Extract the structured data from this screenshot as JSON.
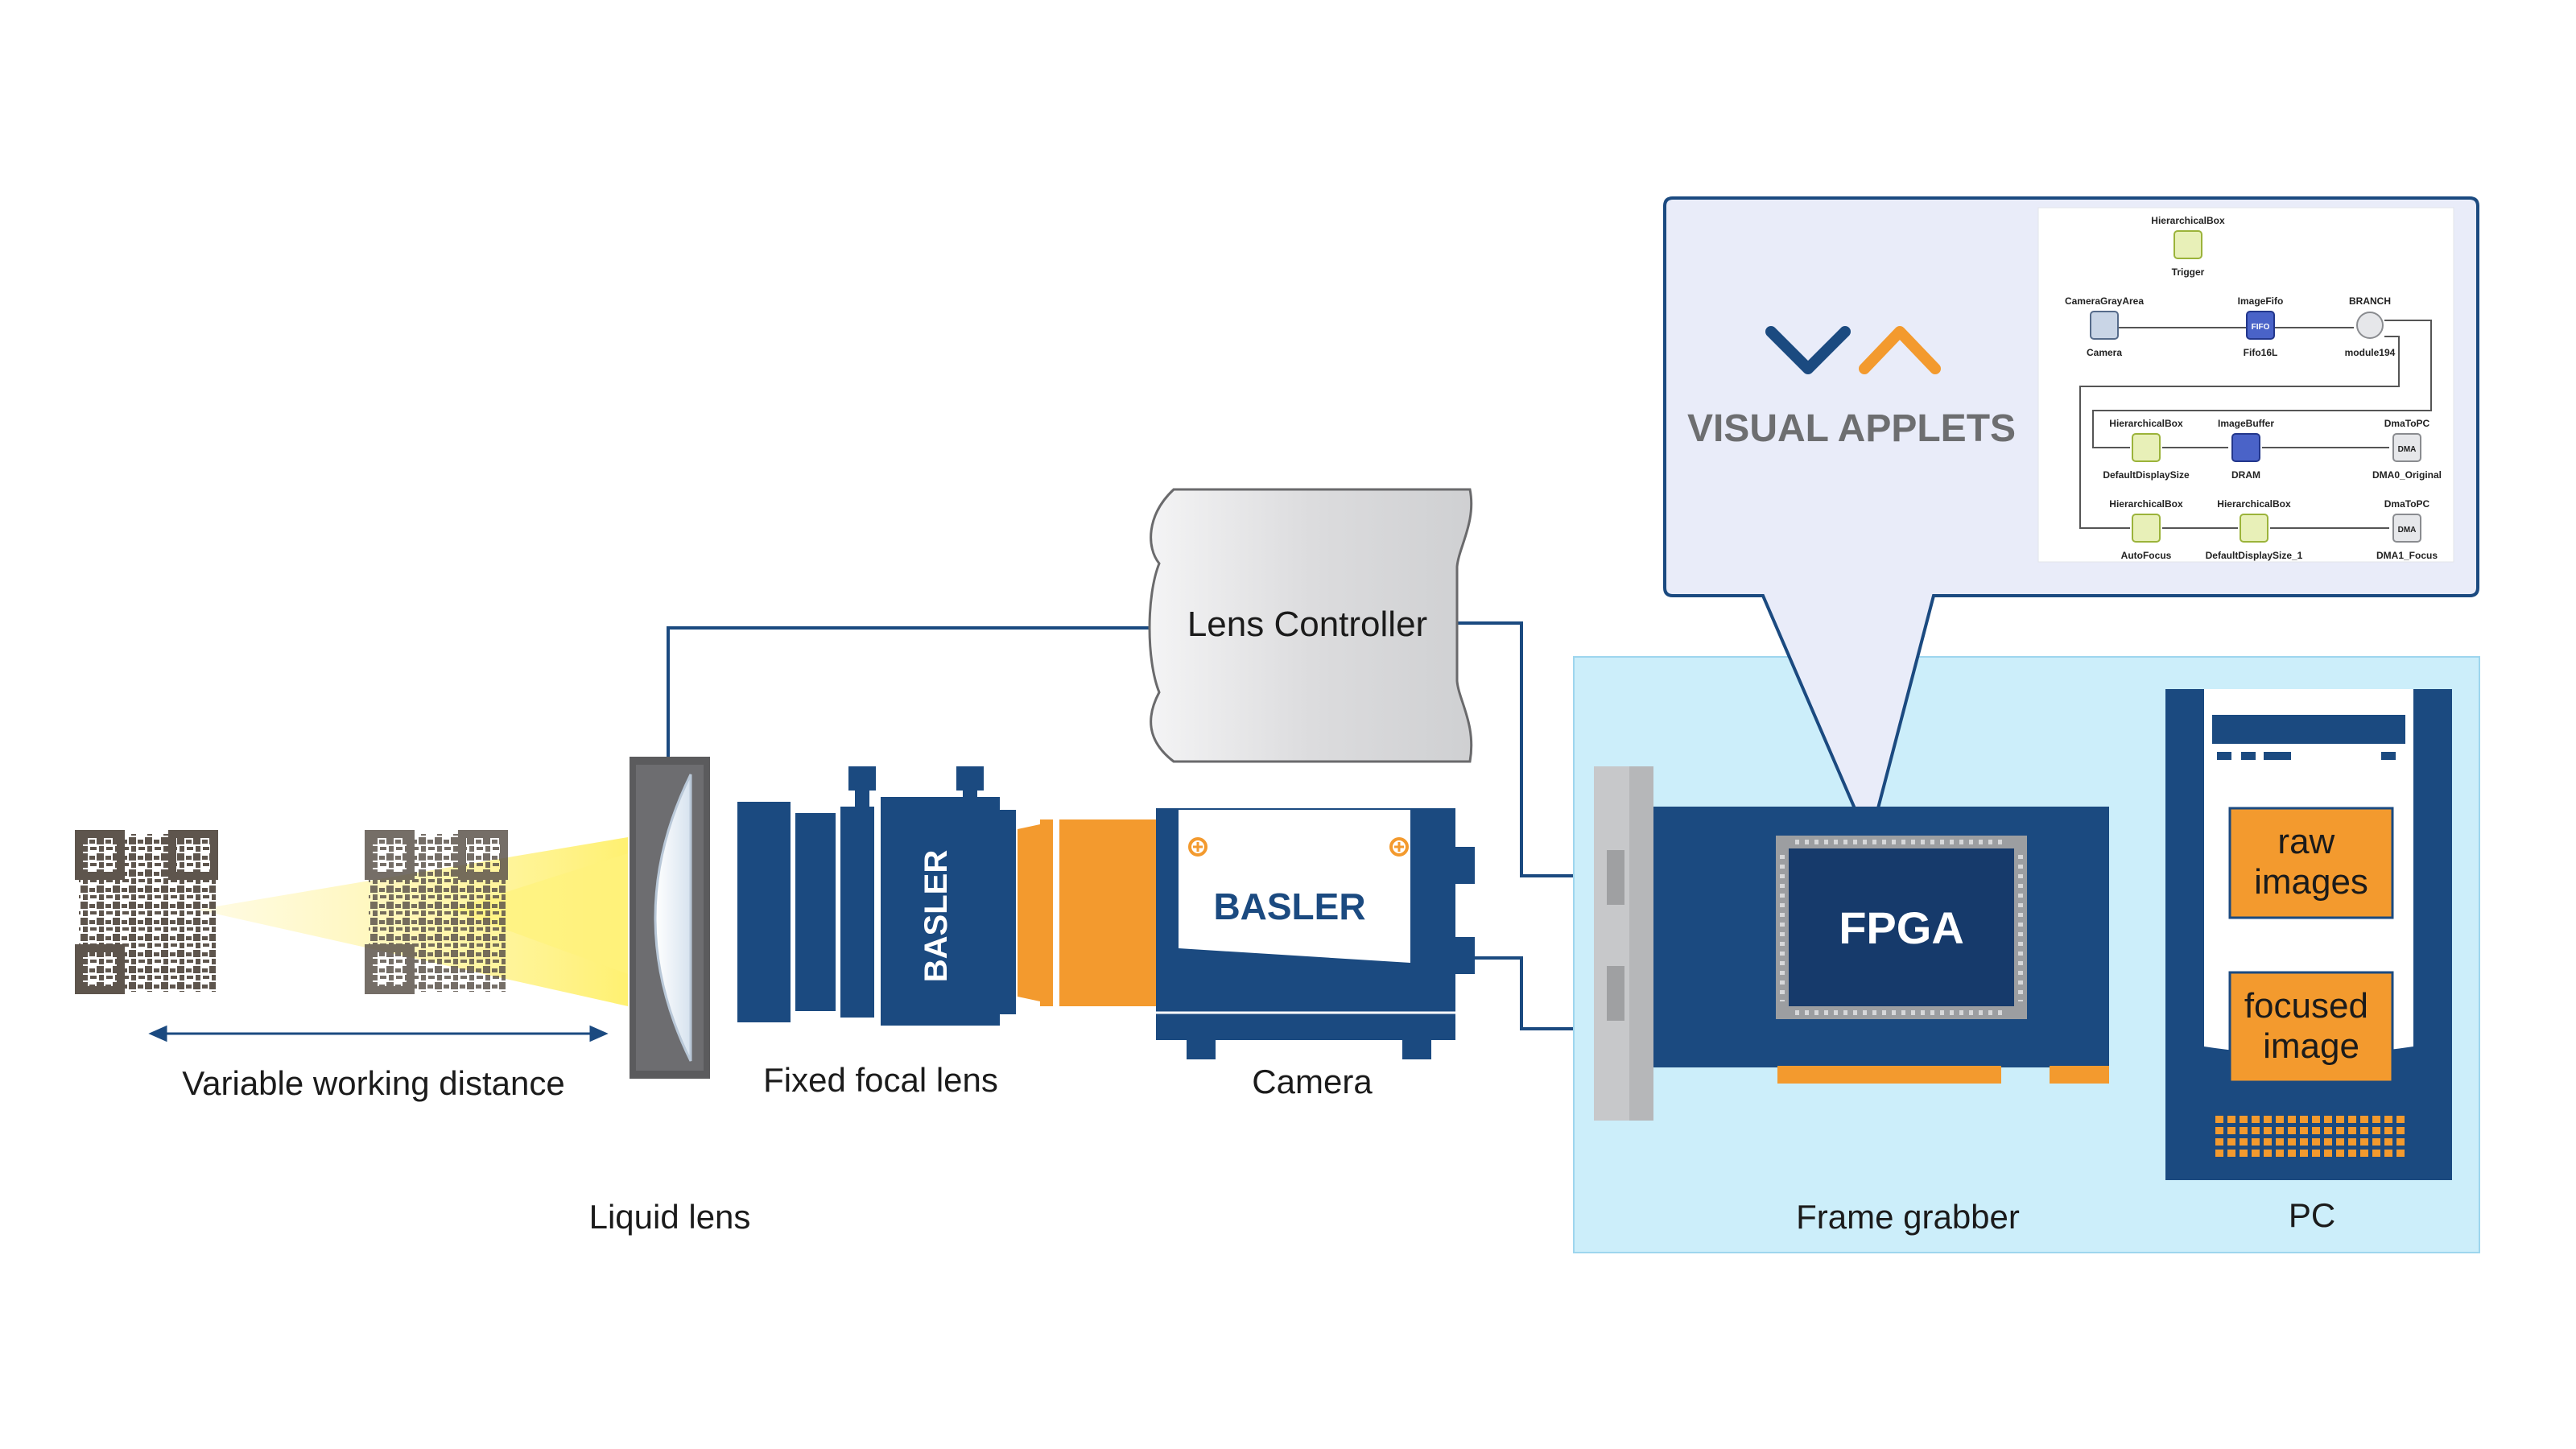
{
  "labels": {
    "working_distance": "Variable working distance",
    "liquid_lens": "Liquid lens",
    "fixed_focal_lens": "Fixed focal lens",
    "camera": "Camera",
    "lens_controller": "Lens Controller",
    "frame_grabber": "Frame grabber",
    "pc": "PC",
    "fpga": "FPGA",
    "raw_images": [
      "raw",
      "images"
    ],
    "focused_image": [
      "focused",
      "image"
    ]
  },
  "brand": {
    "lens_logo": "BASLER",
    "camera_logo": "BASLER",
    "va_logo_text": "VISUAL APPLETS"
  },
  "visual_applets_graph": {
    "nodes": [
      {
        "id": "trigger",
        "type": "HierarchicalBox",
        "name": "Trigger",
        "icon": "hierarchical-box-icon"
      },
      {
        "id": "camera",
        "type": "CameraGrayArea",
        "name": "Camera",
        "icon": "camera-node-icon"
      },
      {
        "id": "fifo",
        "type": "ImageFifo",
        "name": "Fifo16L",
        "icon": "image-fifo-icon"
      },
      {
        "id": "branch",
        "type": "BRANCH",
        "name": "module194",
        "icon": "branch-icon"
      },
      {
        "id": "dds",
        "type": "HierarchicalBox",
        "name": "DefaultDisplaySize",
        "icon": "hierarchical-box-icon"
      },
      {
        "id": "dram",
        "type": "ImageBuffer",
        "name": "DRAM",
        "icon": "image-buffer-icon"
      },
      {
        "id": "dma0",
        "type": "DmaToPC",
        "name": "DMA0_Original",
        "icon": "dma-icon"
      },
      {
        "id": "af",
        "type": "HierarchicalBox",
        "name": "AutoFocus",
        "icon": "hierarchical-box-icon"
      },
      {
        "id": "dds1",
        "type": "HierarchicalBox",
        "name": "DefaultDisplaySize_1",
        "icon": "hierarchical-box-icon"
      },
      {
        "id": "dma1",
        "type": "DmaToPC",
        "name": "DMA1_Focus",
        "icon": "dma-icon"
      }
    ],
    "dma_badge": "DMA",
    "fifo_badge": "FIFO"
  },
  "colors": {
    "navy": "#1b4a80",
    "orange": "#f39a2e",
    "light_blue_bg": "#cceefa",
    "va_bubble_bg": "#e9ecf9",
    "qr_gray": "#5e554d",
    "beam_yellow": "#fff19a",
    "controller_gray": "#d8d9db",
    "wire": "#1b4a80"
  }
}
